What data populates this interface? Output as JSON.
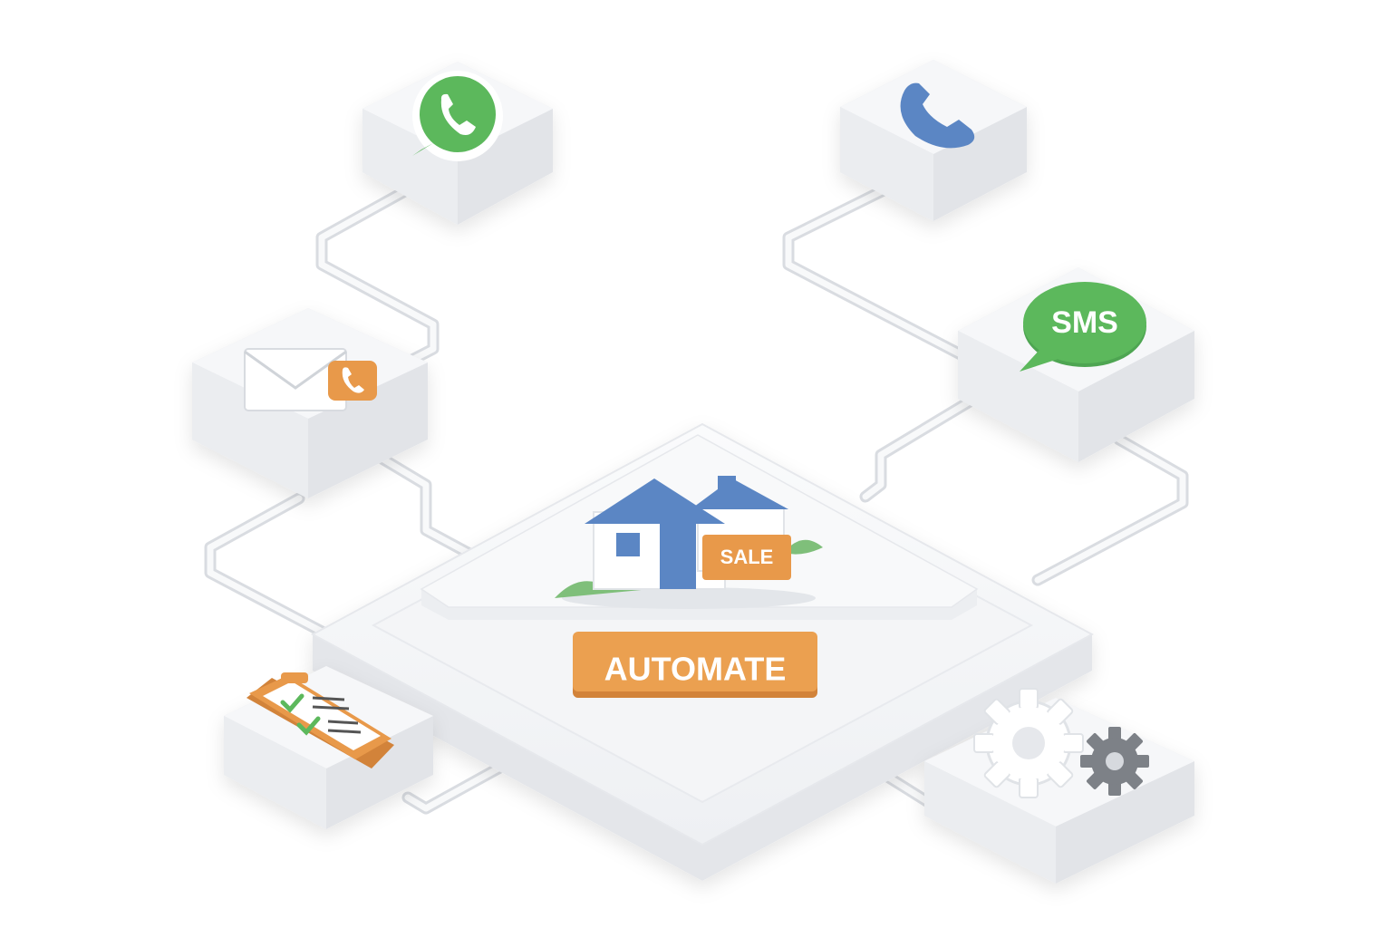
{
  "hub": {
    "button_label": "AUTOMATE",
    "sale_sign": "SALE",
    "house_icon": "house-for-sale-icon"
  },
  "nodes": [
    {
      "id": "whatsapp",
      "icon": "whatsapp-icon",
      "color": "#5cb85c"
    },
    {
      "id": "phone",
      "icon": "phone-icon",
      "color": "#5b86c4"
    },
    {
      "id": "email-call",
      "icon": "envelope-phone-icon",
      "color": "#e8994a"
    },
    {
      "id": "sms",
      "icon": "sms-bubble-icon",
      "color": "#5cb85c",
      "label": "SMS"
    },
    {
      "id": "checklist",
      "icon": "clipboard-checklist-icon",
      "color": "#e8994a"
    },
    {
      "id": "gears",
      "icon": "gears-icon",
      "color": "#7d8187"
    }
  ],
  "colors": {
    "accent_orange": "#e8994a",
    "green": "#5cb85c",
    "blue": "#5b86c4",
    "tile": "#f2f3f5",
    "tile_side": "#e2e4e8"
  }
}
